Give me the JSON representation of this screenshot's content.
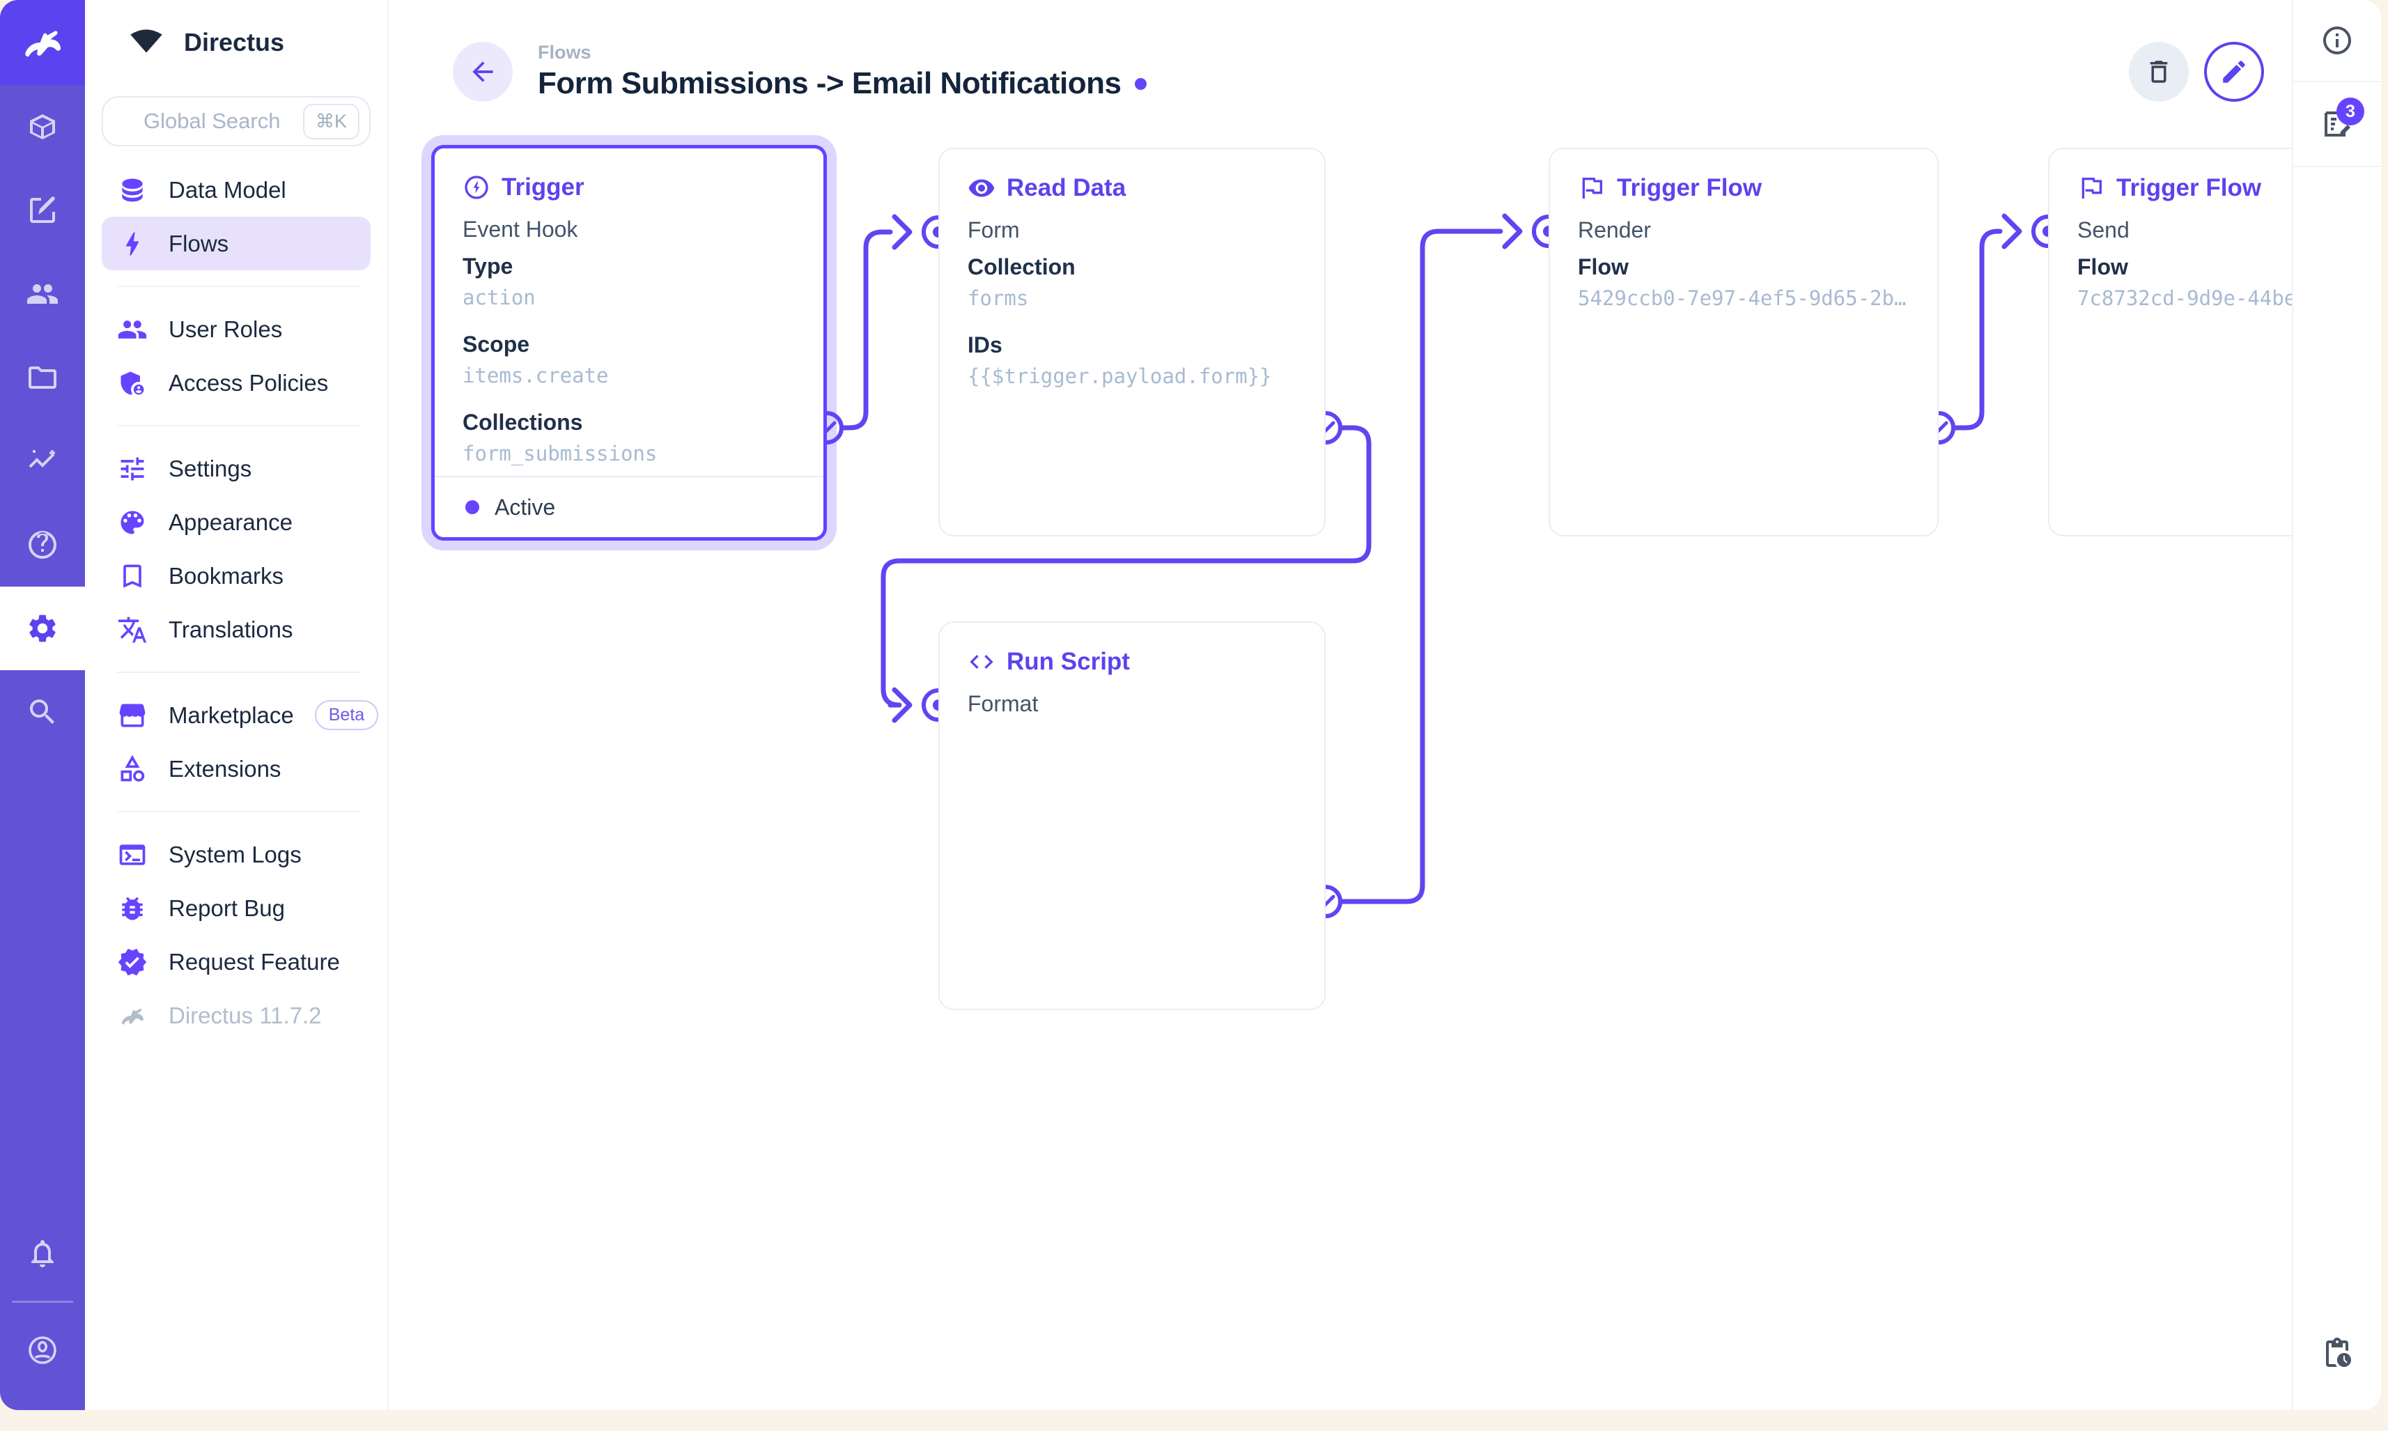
{
  "brand": {
    "name": "Directus",
    "accent_color": "#6644FF",
    "module_bar_color": "#6152D6",
    "logo_bg_color": "#5B43EF"
  },
  "nav": {
    "project_name": "Directus",
    "search": {
      "placeholder": "Global Search",
      "shortcut": "⌘K"
    },
    "items": {
      "data_model": "Data Model",
      "flows": "Flows",
      "user_roles": "User Roles",
      "access_policies": "Access Policies",
      "settings": "Settings",
      "appearance": "Appearance",
      "bookmarks": "Bookmarks",
      "translations": "Translations",
      "marketplace": "Marketplace",
      "marketplace_badge": "Beta",
      "extensions": "Extensions",
      "system_logs": "System Logs",
      "report_bug": "Report Bug",
      "request_feature": "Request Feature",
      "version": "Directus 11.7.2"
    }
  },
  "header": {
    "breadcrumb": "Flows",
    "title": "Form Submissions -> Email Notifications"
  },
  "right_sidebar": {
    "notices_badge": "3"
  },
  "flow": {
    "trigger": {
      "title": "Trigger",
      "subtitle": "Event Hook",
      "fields": [
        {
          "label": "Type",
          "value": "action"
        },
        {
          "label": "Scope",
          "value": "items.create"
        },
        {
          "label": "Collections",
          "value": "form_submissions"
        }
      ],
      "status": "Active"
    },
    "read_data": {
      "title": "Read Data",
      "name": "Form",
      "fields": [
        {
          "label": "Collection",
          "value": "forms"
        },
        {
          "label": "IDs",
          "value": "{{$trigger.payload.form}}"
        }
      ]
    },
    "trigger_flow_render": {
      "title": "Trigger Flow",
      "name": "Render",
      "fields": [
        {
          "label": "Flow",
          "value": "5429ccb0-7e97-4ef5-9d65-2b…"
        }
      ]
    },
    "trigger_flow_send": {
      "title": "Trigger Flow",
      "name": "Send",
      "fields": [
        {
          "label": "Flow",
          "value": "7c8732cd-9d9e-44be"
        }
      ]
    },
    "run_script": {
      "title": "Run Script",
      "name": "Format"
    }
  }
}
